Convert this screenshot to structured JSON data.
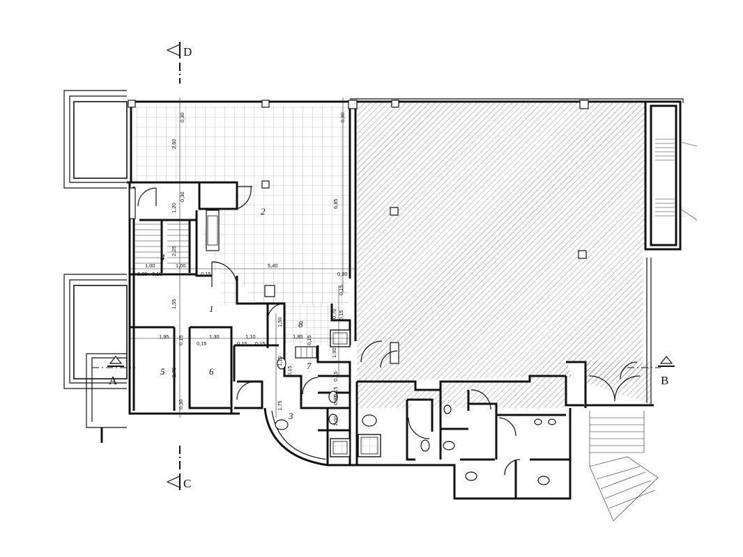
{
  "section_markers": {
    "A": "A",
    "B": "B",
    "C": "C",
    "D": "D"
  },
  "rooms": {
    "r1": "1",
    "r2": "2",
    "r3": "3",
    "r4": "4",
    "r5": "5",
    "r6": "6",
    "r7": "7",
    "r8": "8"
  },
  "dimensions": {
    "d_030_top_left": "0,30",
    "d_030_top_right": "0,30",
    "d_260": "2,60",
    "d_685": "6,85",
    "d_030_mid": "0,30",
    "d_120": "1,20",
    "d_225": "2,25",
    "d_100_a": "1,00",
    "d_100_b": "1,00",
    "d_030_b": "0,30",
    "d_010": "0,10",
    "d_015_a": "0,15",
    "d_540": "5,40",
    "d_030_right": "0,30",
    "d_015_b": "0,15",
    "d_155": "1,55",
    "d_070": "0,70",
    "d_015_c": "0,15",
    "d_150": "1,50",
    "d_195": "1,95",
    "d_015_d": "0,15",
    "d_015_e": "0,15",
    "d_130": "1,30",
    "d_015_f": "0,15",
    "d_110_a": "1,10",
    "d_015_g": "0,15",
    "d_185": "1,85",
    "d_015_h": "0,15",
    "d_190": "1,90",
    "d_275": "2,75",
    "d_110_b": "1,10",
    "d_015_i": "0,15",
    "d_015_j": "0,15",
    "d_030_bot": "0,30",
    "d_175": "1,75",
    "d_080": "0,80",
    "d_015_k": "0,15",
    "d_100_c": "1,00"
  },
  "colors": {
    "wall": "#111111",
    "hatch": "#555555",
    "tile_grid": "#9a9a9a"
  }
}
